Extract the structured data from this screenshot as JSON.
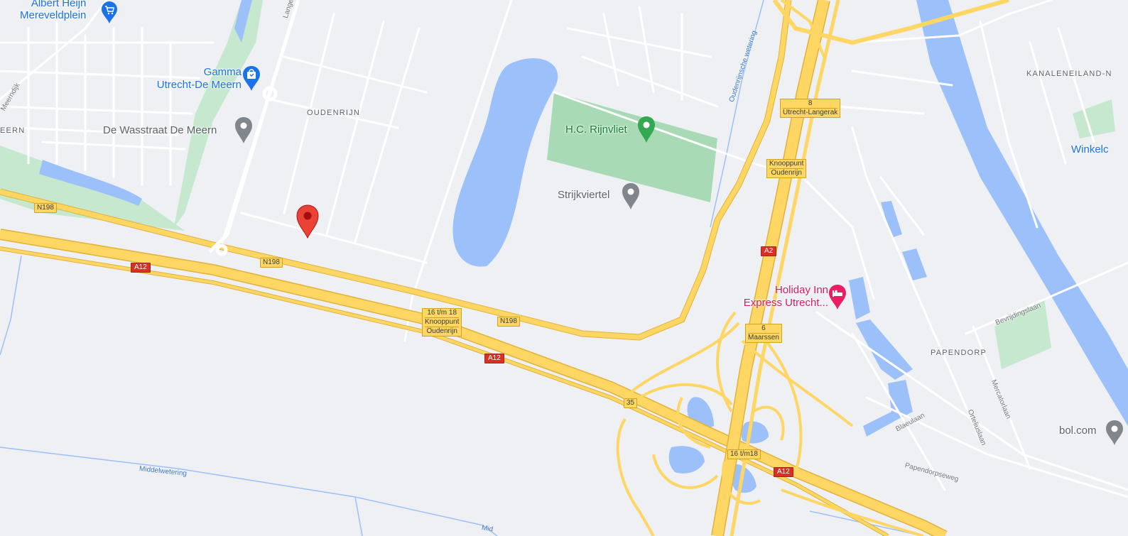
{
  "map": {
    "places": {
      "albert_heijn": [
        "Albert Heijn",
        "Mereveldplein"
      ],
      "gamma": [
        "Gamma",
        "Utrecht-De Meern"
      ],
      "wasstraat": "De Wasstraat De Meern",
      "hc_rijnvliet": "H.C. Rijnvliet",
      "strijkviertel": "Strijkviertel",
      "holiday_inn": [
        "Holiday Inn",
        "Express Utrecht..."
      ],
      "bol": "bol.com",
      "winkel": "Winkelc"
    },
    "areas": {
      "oudenrijn": "OUDENRIJN",
      "papendorp": "PAPENDORP",
      "kanaleneiland": "KANALENEILAND-N",
      "meern": "EERN"
    },
    "streets": {
      "langera": "Langera",
      "meerndijk": "Meerndijk",
      "blaeulaan": "Blaeulaan",
      "ortelius": "Orteliuslaan",
      "mercator": "Mercatorlaan",
      "bevrijding": "Bevrijdingslaan",
      "papendorpseweg": "Papendorpseweg"
    },
    "water": {
      "middelwetering": "Middelwetering",
      "oudenrijnsche": "Oudenrijnsche wetering",
      "mid": "Mid"
    },
    "shields": {
      "n198_a": "N198",
      "n198_b": "N198",
      "n198_c": "N198",
      "a12_a": "A12",
      "a12_b": "A12",
      "a12_c": "A12",
      "a2": "A2",
      "r35": "35"
    },
    "exits": {
      "e8": [
        "8",
        "Utrecht-Langerak"
      ],
      "knoop_a": [
        "Knooppunt",
        "Oudenrijn"
      ],
      "knoop_b": [
        "16 t/m 18",
        "Knooppunt",
        "Oudenrijn"
      ],
      "e6": [
        "6",
        "Maarssen"
      ],
      "e16": [
        "16 t/m18"
      ]
    },
    "colors": {
      "land": "#eef0f3",
      "water": "#9cc0f9",
      "park": "#a8dab5",
      "highway": "#fdd663",
      "highway_edge": "#e2b23a",
      "road": "#ffffff",
      "pin": "#ea4335",
      "accent_blue": "#1a73e8",
      "accent_green": "#34a853",
      "accent_pink": "#e91e63"
    },
    "icons": {
      "albert_heijn": "shopping-cart-icon",
      "gamma": "shopping-bag-icon",
      "wasstraat": "place-pin-icon",
      "hc_rijnvliet": "place-pin-icon",
      "strijkviertel": "place-pin-icon",
      "holiday_inn": "bed-icon",
      "bol": "place-pin-icon",
      "dropped_pin": "location-marker-icon"
    }
  }
}
